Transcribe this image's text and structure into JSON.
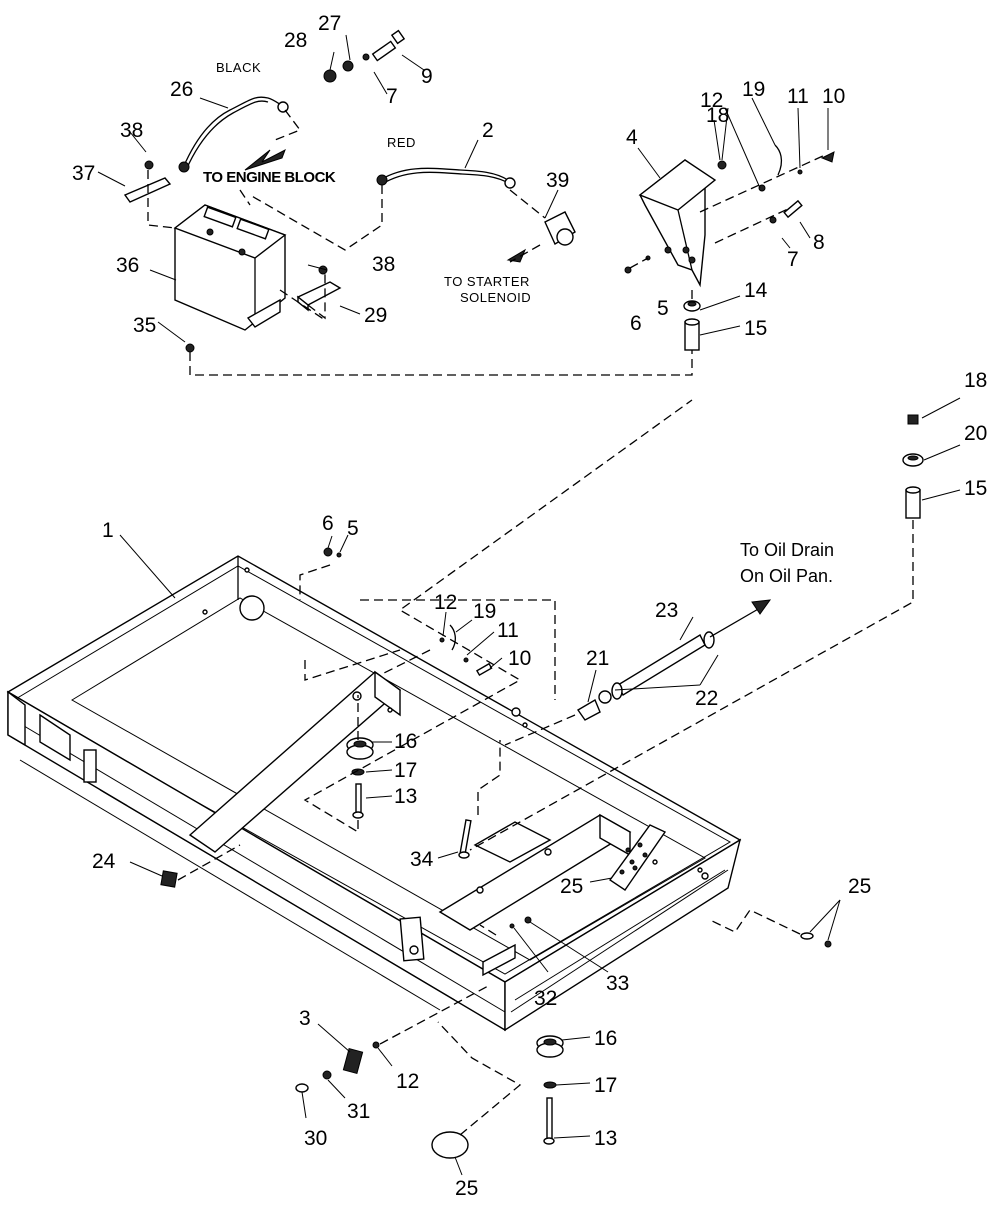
{
  "labels": {
    "cable_black": "BLACK",
    "cable_red": "RED",
    "to_engine_block": "TO ENGINE BLOCK",
    "to_starter_line1": "TO STARTER",
    "to_starter_line2": "SOLENOID",
    "oil_drain_line1": "To Oil Drain",
    "oil_drain_line2": "On Oil Pan."
  },
  "callouts": {
    "c1": "1",
    "c2": "2",
    "c3": "3",
    "c4": "4",
    "c5a": "5",
    "c5b": "5",
    "c6a": "6",
    "c6b": "6",
    "c7a": "7",
    "c7b": "7",
    "c8": "8",
    "c9": "9",
    "c10a": "10",
    "c10b": "10",
    "c11a": "11",
    "c11b": "11",
    "c12a": "12",
    "c12b": "12",
    "c12c": "12",
    "c13a": "13",
    "c13b": "13",
    "c14": "14",
    "c15a": "15",
    "c15b": "15",
    "c16a": "16",
    "c16b": "16",
    "c17a": "17",
    "c17b": "17",
    "c18a": "18",
    "c18b": "18",
    "c19a": "19",
    "c19b": "19",
    "c20": "20",
    "c21": "21",
    "c22": "22",
    "c23": "23",
    "c24": "24",
    "c25a": "25",
    "c25b": "25",
    "c25c": "25",
    "c26": "26",
    "c27": "27",
    "c28": "28",
    "c29": "29",
    "c30": "30",
    "c31": "31",
    "c32": "32",
    "c33": "33",
    "c34": "34",
    "c35": "35",
    "c36": "36",
    "c37": "37",
    "c38a": "38",
    "c38b": "38",
    "c39": "39"
  }
}
